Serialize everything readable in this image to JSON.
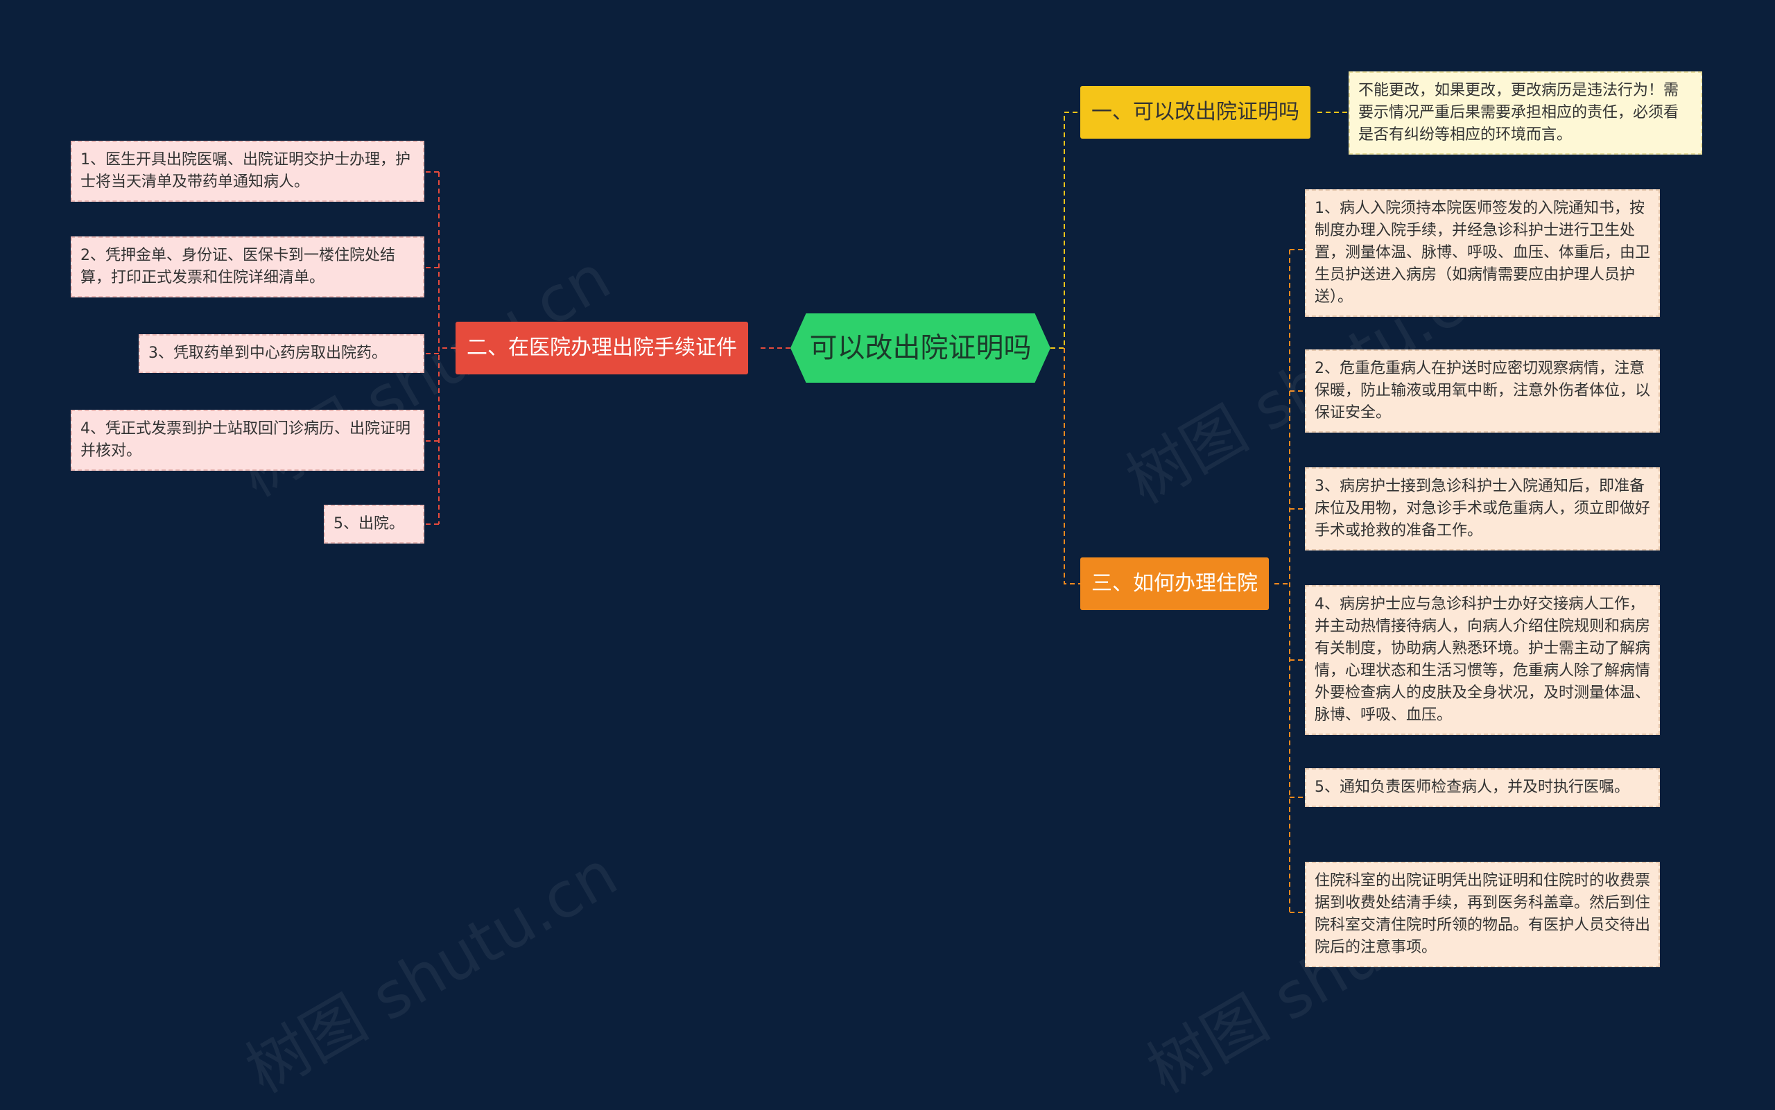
{
  "root": {
    "label": "可以改出院证明吗"
  },
  "branches": {
    "b1": {
      "label": "一、可以改出院证明吗",
      "leaves": [
        "不能更改，如果更改，更改病历是违法行为！需要示情况严重后果需要承担相应的责任，必须看是否有纠纷等相应的环境而言。"
      ]
    },
    "b2": {
      "label": "二、在医院办理出院手续证件",
      "leaves": [
        "1、医生开具出院医嘱、出院证明交护士办理，护士将当天清单及带药单通知病人。",
        "2、凭押金单、身份证、医保卡到一楼住院处结算，打印正式发票和住院详细清单。",
        "3、凭取药单到中心药房取出院药。",
        "4、凭正式发票到护士站取回门诊病历、出院证明并核对。",
        "5、出院。"
      ]
    },
    "b3": {
      "label": "三、如何办理住院",
      "leaves": [
        "1、病人入院须持本院医师签发的入院通知书，按制度办理入院手续，并经急诊科护士进行卫生处置，测量体温、脉博、呼吸、血压、体重后，由卫生员护送进入病房（如病情需要应由护理人员护送）。",
        "2、危重危重病人在护送时应密切观察病情，注意保暖，防止输液或用氧中断，注意外伤者体位，以保证安全。",
        "3、病房护士接到急诊科护士入院通知后，即准备床位及用物，对急诊手术或危重病人，须立即做好手术或抢救的准备工作。",
        "4、病房护士应与急诊科护士办好交接病人工作，并主动热情接待病人，向病人介绍住院规则和病房有关制度，协助病人熟悉环境。护士需主动了解病情，心理状态和生活习惯等，危重病人除了解病情外要检查病人的皮肤及全身状况，及时测量体温、脉博、呼吸、血压。",
        "5、通知负责医师检查病人，并及时执行医嘱。",
        "住院科室的出院证明凭出院证明和住院时的收费票据到收费处结清手续，再到医务科盖章。然后到住院科室交清住院时所领的物品。有医护人员交待出院后的注意事项。"
      ]
    }
  },
  "watermark": "树图 shutu.cn",
  "colors": {
    "background": "#0b1f3b",
    "root": "#2dd16b",
    "branch1": "#f5c518",
    "branch2": "#e64b3c",
    "branch3": "#f1891d"
  }
}
